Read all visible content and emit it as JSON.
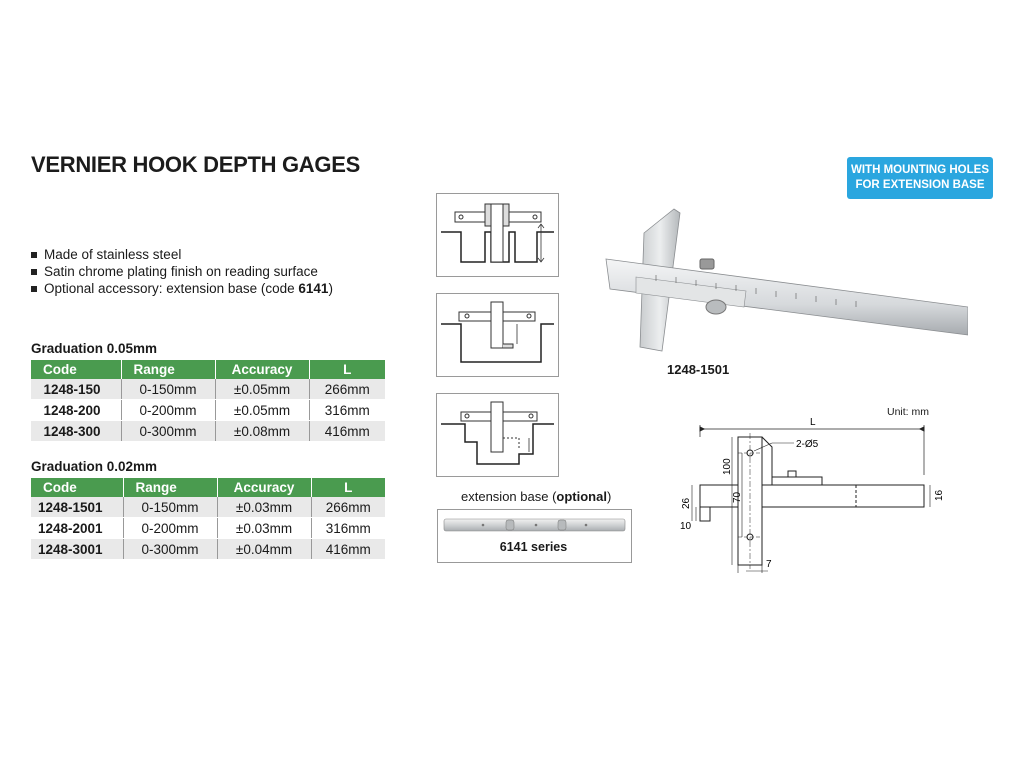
{
  "title": "VERNIER HOOK DEPTH GAGES",
  "badge": {
    "line1": "WITH MOUNTING HOLES",
    "line2": "FOR EXTENSION BASE"
  },
  "features": [
    "Made of stainless steel",
    "Satin chrome plating finish on reading surface",
    "Optional accessory: extension base (code "
  ],
  "feature3_bold": "6141",
  "feature3_tail": ")",
  "table_headers": [
    "Code",
    "Range",
    "Accuracy",
    "L"
  ],
  "graduation_1": {
    "label": "Graduation 0.05mm",
    "rows": [
      [
        "1248-150",
        "0-150mm",
        "±0.05mm",
        "266mm"
      ],
      [
        "1248-200",
        "0-200mm",
        "±0.05mm",
        "316mm"
      ],
      [
        "1248-300",
        "0-300mm",
        "±0.08mm",
        "416mm"
      ]
    ]
  },
  "graduation_2": {
    "label": "Graduation 0.02mm",
    "rows": [
      [
        "1248-1501",
        "0-150mm",
        "±0.03mm",
        "266mm"
      ],
      [
        "1248-2001",
        "0-200mm",
        "±0.03mm",
        "316mm"
      ],
      [
        "1248-3001",
        "0-300mm",
        "±0.04mm",
        "416mm"
      ]
    ]
  },
  "extension": {
    "label_prefix": "extension base (",
    "label_bold": "optional",
    "label_suffix": ")",
    "series": "6141 series"
  },
  "model_label": "1248-1501",
  "drawing": {
    "unit": "Unit: mm",
    "L": "L",
    "hole": "2-Ø5",
    "dim_100": "100",
    "dim_70": "70",
    "dim_26": "26",
    "dim_10": "10",
    "dim_16": "16",
    "dim_7": "7"
  },
  "colors": {
    "header_green": "#4a9b4f",
    "badge_blue": "#2aa6df"
  }
}
